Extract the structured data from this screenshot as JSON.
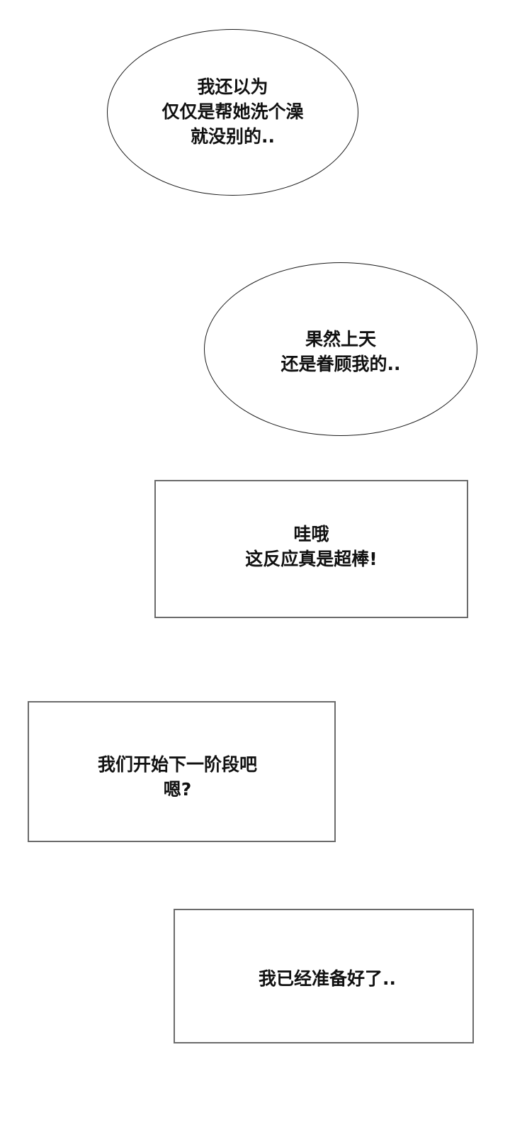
{
  "panels": {
    "bubble_1": {
      "shape": "ellipse",
      "lines": [
        "我还以为",
        "仅仅是帮她洗个澡",
        "就没别的.."
      ],
      "text": "我还以为\n仅仅是帮她洗个澡\n就没别的.."
    },
    "bubble_2": {
      "shape": "ellipse",
      "lines": [
        "果然上天",
        "还是眷顾我的.."
      ],
      "text": "果然上天\n还是眷顾我的.."
    },
    "box_1": {
      "shape": "rectangle",
      "lines": [
        "哇哦",
        "这反应真是超棒!"
      ],
      "text": "哇哦\n这反应真是超棒!"
    },
    "box_2": {
      "shape": "rectangle",
      "lines": [
        "我们开始下一阶段吧",
        "嗯?"
      ],
      "text": "我们开始下一阶段吧\n嗯?"
    },
    "box_3": {
      "shape": "rectangle",
      "lines": [
        "我已经准备好了.."
      ],
      "text": "我已经准备好了.."
    }
  },
  "colors": {
    "background": "#ffffff",
    "bubble_border": "#1a1a1a",
    "box_border": "#6b6b6b",
    "text": "#111111"
  }
}
